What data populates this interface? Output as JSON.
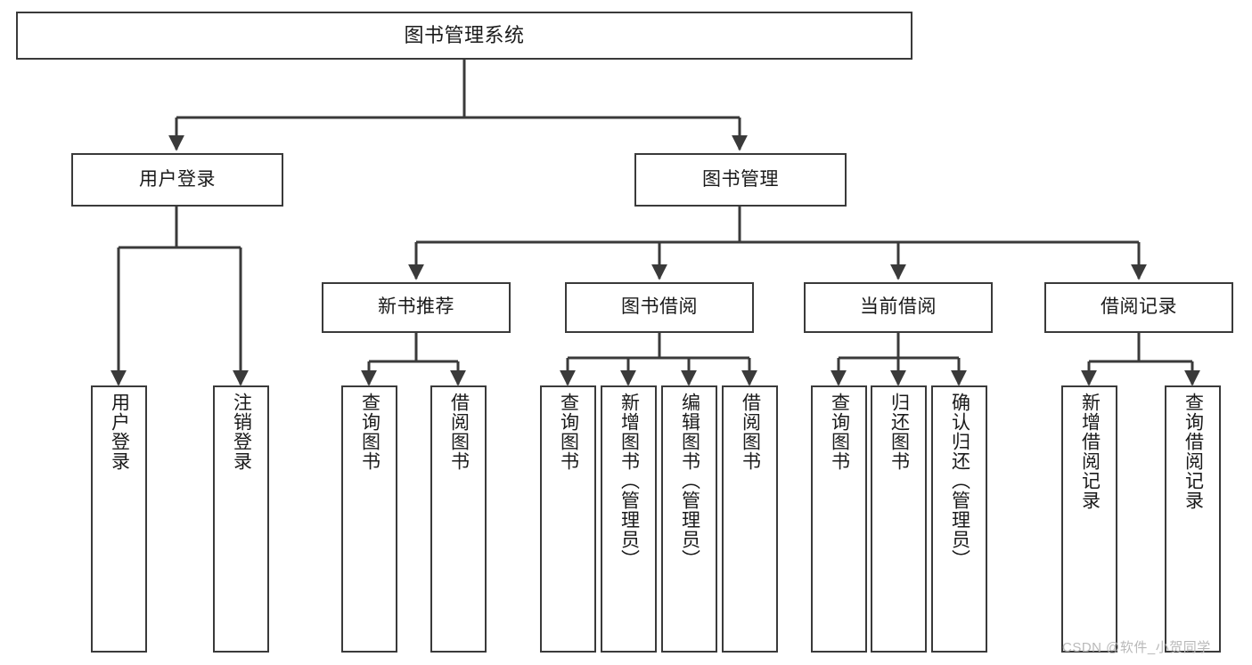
{
  "diagram": {
    "type": "tree-hierarchy-chart",
    "title": "图书管理系统",
    "colors": {
      "box_border": "#3a3a3a",
      "box_fill": "#ffffff",
      "edge": "#3a3a3a",
      "text": "#1a1a1a",
      "background": "#ffffff",
      "watermark": "#b9b9b9"
    },
    "nodes": {
      "root": {
        "label": "图书管理系统",
        "orientation": "horizontal"
      },
      "level1": [
        {
          "id": "user-login",
          "label": "用户登录",
          "orientation": "horizontal"
        },
        {
          "id": "book-management",
          "label": "图书管理",
          "orientation": "horizontal"
        }
      ],
      "level2": [
        {
          "id": "new-book-recommend",
          "label": "新书推荐",
          "orientation": "horizontal"
        },
        {
          "id": "book-borrow",
          "label": "图书借阅",
          "orientation": "horizontal"
        },
        {
          "id": "current-borrow",
          "label": "当前借阅",
          "orientation": "horizontal"
        },
        {
          "id": "borrow-record",
          "label": "借阅记录",
          "orientation": "horizontal"
        }
      ],
      "leaves": [
        {
          "id": "leaf-user-login",
          "label": "用户登录",
          "parent": "user-login",
          "orientation": "vertical"
        },
        {
          "id": "leaf-logout-login",
          "label": "注销登录",
          "parent": "user-login",
          "orientation": "vertical"
        },
        {
          "id": "leaf-query-book-1",
          "label": "查询图书",
          "parent": "new-book-recommend",
          "orientation": "vertical"
        },
        {
          "id": "leaf-borrow-book-1",
          "label": "借阅图书",
          "parent": "new-book-recommend",
          "orientation": "vertical"
        },
        {
          "id": "leaf-query-book-2",
          "label": "查询图书",
          "parent": "book-borrow",
          "orientation": "vertical"
        },
        {
          "id": "leaf-add-book",
          "label": "新增图书（管理员）",
          "parent": "book-borrow",
          "orientation": "vertical"
        },
        {
          "id": "leaf-edit-book",
          "label": "编辑图书（管理员）",
          "parent": "book-borrow",
          "orientation": "vertical"
        },
        {
          "id": "leaf-borrow-book-2",
          "label": "借阅图书",
          "parent": "book-borrow",
          "orientation": "vertical"
        },
        {
          "id": "leaf-query-book-3",
          "label": "查询图书",
          "parent": "current-borrow",
          "orientation": "vertical"
        },
        {
          "id": "leaf-return-book",
          "label": "归还图书",
          "parent": "current-borrow",
          "orientation": "vertical"
        },
        {
          "id": "leaf-confirm-return",
          "label": "确认归还（管理员）",
          "parent": "current-borrow",
          "orientation": "vertical"
        },
        {
          "id": "leaf-add-borrow-record",
          "label": "新增借阅记录",
          "parent": "borrow-record",
          "orientation": "vertical"
        },
        {
          "id": "leaf-query-borrow-record",
          "label": "查询借阅记录",
          "parent": "borrow-record",
          "orientation": "vertical"
        }
      ]
    },
    "watermark": "CSDN @软件_小贺同学"
  }
}
